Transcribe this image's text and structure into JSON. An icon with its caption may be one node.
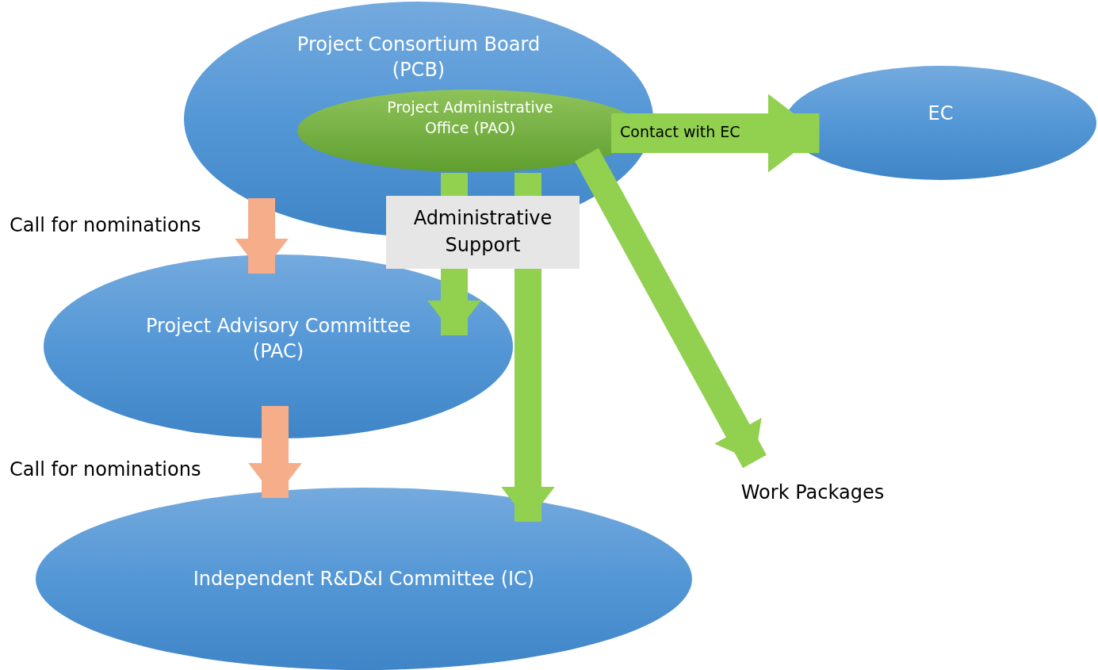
{
  "diagram": {
    "nodes": [
      {
        "text": [
          "Project Consortium Board (PCB)"
        ]
      },
      {
        "text": [
          "Project Administrative Office (PAO)"
        ],
        "in": 0
      },
      {
        "text": [
          "EC"
        ]
      },
      {
        "text": [
          "Project Advisory Committee (PAC)"
        ]
      },
      {
        "text": [
          "Independent R&D&I Committee (IC)"
        ]
      },
      {
        "text": [
          "Work Packages"
        ]
      }
    ],
    "edges": [
      {
        "from": 0,
        "to": 3,
        "arrow": "to",
        "label": "Call for nominations",
        "color": "#f5ad8a"
      },
      {
        "from": 3,
        "to": 4,
        "arrow": "to",
        "label": "Call for nominations",
        "color": "#f5ad8a"
      },
      {
        "from": 1,
        "to": 2,
        "arrow": "to",
        "label": "Contact with EC"
      },
      {
        "from": 1,
        "to": 3,
        "arrow": "to",
        "label": "Administrative Support"
      },
      {
        "from": 1,
        "to": 4,
        "arrow": "to"
      },
      {
        "from": 1,
        "to": 5,
        "arrow": "to"
      }
    ]
  }
}
